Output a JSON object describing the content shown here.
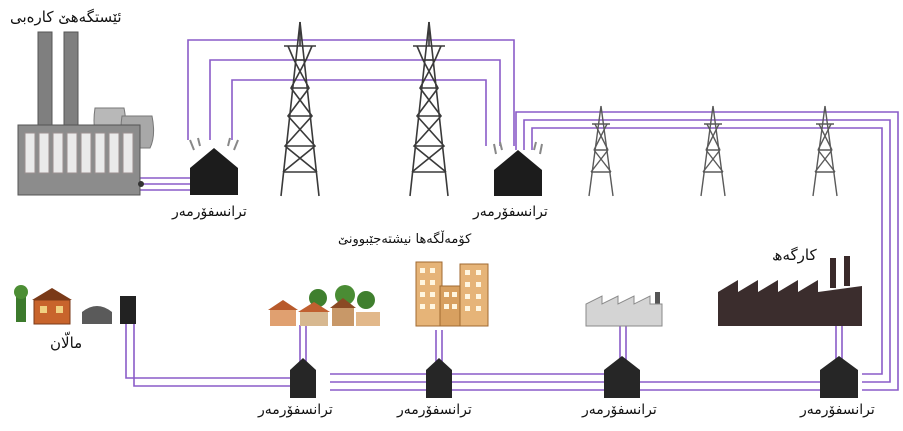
{
  "labels": {
    "power_station": "ئێستگەهێ کارەبی",
    "transformer": "ترانسفۆرمەر",
    "apartments": "کۆمەڵگەها نیشتەجێبوونێ",
    "homes": "مالّان",
    "factory": "کارگەھ"
  },
  "colors": {
    "wire": "#8a5cc8",
    "tower": "#3a3a3a",
    "transformer": "#1c1c1c",
    "station_wall": "#8a8a8a",
    "brick": "#c46a3c"
  }
}
